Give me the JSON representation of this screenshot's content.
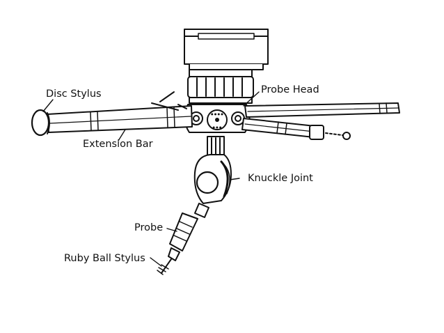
{
  "labels": {
    "disc_stylus": "Disc Stylus",
    "probe_head": "Probe Head",
    "extension_bar": "Extension Bar",
    "knuckle_joint": "Knuckle Joint",
    "probe": "Probe",
    "ruby_ball_stylus": "Ruby Ball Stylus"
  },
  "colors": {
    "ink": "#111111",
    "paper": "#ffffff",
    "shade": "#e8e8e8"
  }
}
